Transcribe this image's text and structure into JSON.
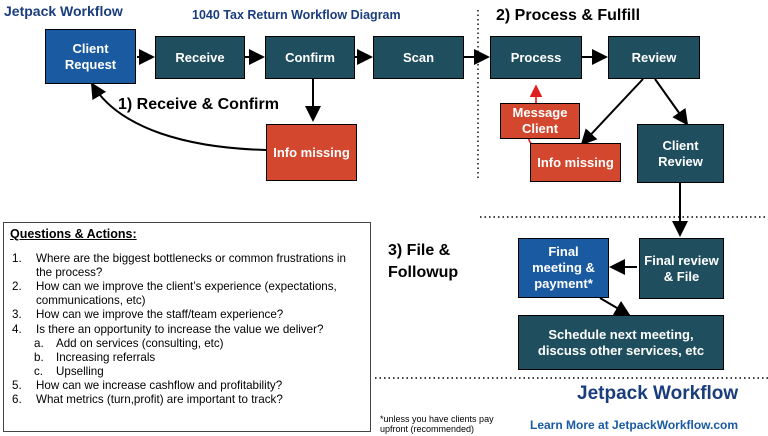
{
  "header": {
    "logo_top_left": "Jetpack Workflow",
    "title": "1040 Tax Return Workflow Diagram"
  },
  "sections": {
    "receive_confirm": "1)  Receive & Confirm",
    "process_fulfill": "2) Process & Fulfill",
    "file_followup_line1": "3) File &",
    "file_followup_line2": "Followup"
  },
  "nodes": {
    "client_request": "Client Request",
    "receive": "Receive",
    "confirm": "Confirm",
    "scan": "Scan",
    "info_missing_1": "Info missing",
    "process": "Process",
    "review": "Review",
    "message_client": "Message Client",
    "info_missing_2": "Info missing",
    "client_review": "Client Review",
    "final_review_file": "Final review & File",
    "final_meeting_payment": "Final meeting & payment*",
    "schedule_next": "Schedule next meeting, discuss other services, etc"
  },
  "questions": {
    "heading": "Questions & Actions:",
    "items": [
      {
        "num": "1.",
        "text": "Where are the biggest bottlenecks or common frustrations in the process?"
      },
      {
        "num": "2.",
        "text": "How can we improve the client’s experience (expectations, communications, etc)"
      },
      {
        "num": "3.",
        "text": "How can we improve the staff/team experience?"
      },
      {
        "num": "4.",
        "text": "Is there an opportunity to increase the value we deliver?"
      },
      {
        "num": "a.",
        "text": "Add on services (consulting, etc)"
      },
      {
        "num": "b.",
        "text": "Increasing referrals"
      },
      {
        "num": "c.",
        "text": "Upselling"
      },
      {
        "num": "5.",
        "text": " How can we increase cashflow and profitability?"
      },
      {
        "num": "6.",
        "text": "What metrics (turn,profit) are important to track?"
      }
    ]
  },
  "footer": {
    "logo": "Jetpack Workflow",
    "footnote": "*unless you have clients pay upfront (recommended)",
    "learn_more": "Learn More at JetpackWorkflow.com"
  },
  "colors": {
    "teal": "#1f4e5e",
    "blue": "#1a5aa0",
    "red": "#d2472e",
    "brand_navy": "#1a3d7c",
    "brand_orange": "#e8a021"
  }
}
